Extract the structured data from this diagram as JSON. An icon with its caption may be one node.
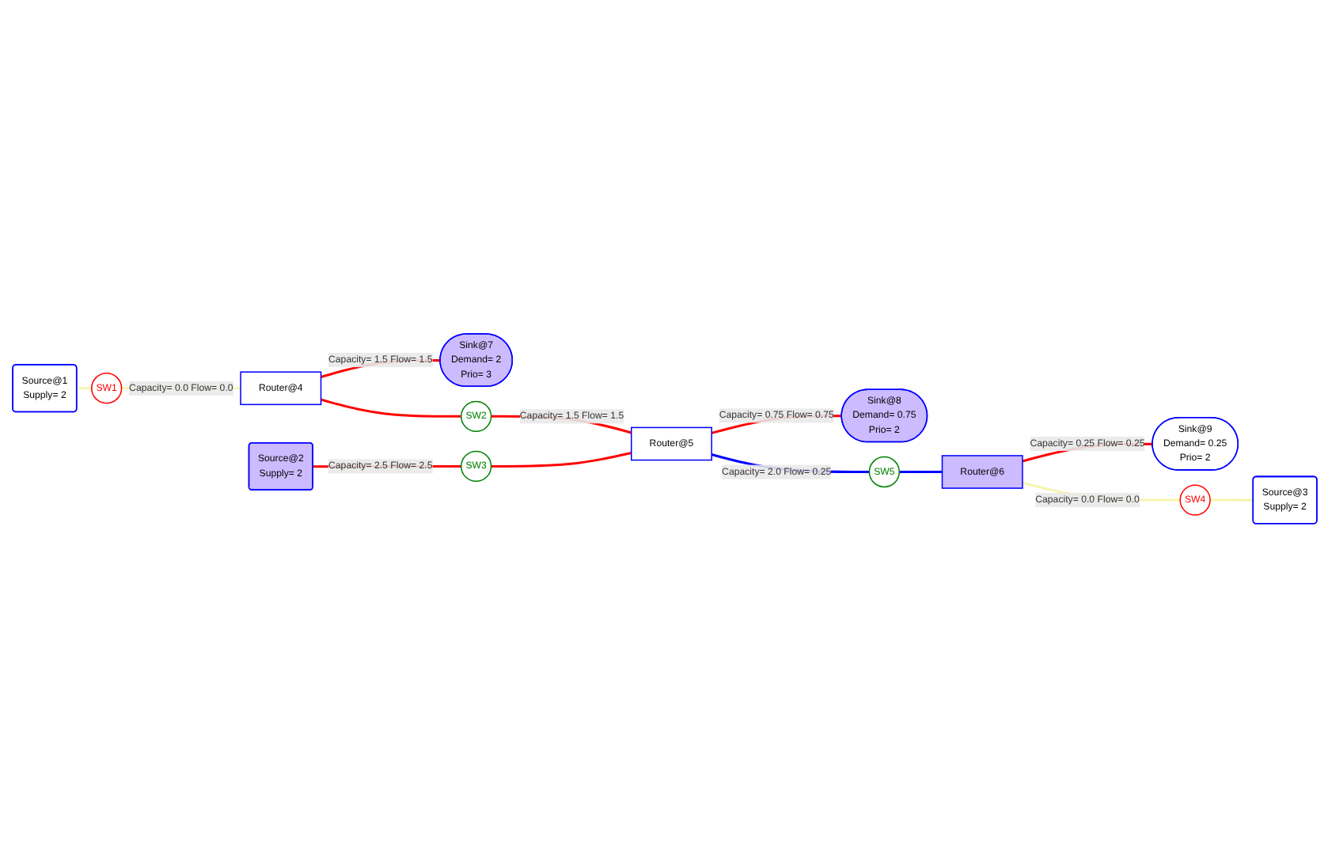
{
  "diagram": {
    "nodes": [
      {
        "text": [
          "Sink@7",
          "Demand= 2",
          "Prio= 3"
        ]
      },
      {
        "text": [
          "Source@2",
          "Supply= 2"
        ]
      },
      {
        "text": [
          "Source@1",
          "Supply= 2"
        ]
      },
      {
        "text": [
          "SW1"
        ]
      },
      {
        "text": [
          "Router@4"
        ]
      },
      {
        "text": [
          "SW2"
        ]
      },
      {
        "text": [
          "SW3"
        ]
      },
      {
        "text": [
          "Router@5"
        ]
      },
      {
        "text": [
          "Sink@8",
          "Demand= 0.75",
          "Prio= 2"
        ]
      },
      {
        "text": [
          "SW5"
        ]
      },
      {
        "text": [
          "Sink@9",
          "Demand= 0.25",
          "Prio= 2"
        ]
      },
      {
        "text": [
          "Router@6"
        ]
      },
      {
        "text": [
          "SW4"
        ]
      },
      {
        "text": [
          "Source@3",
          "Supply= 2"
        ]
      }
    ],
    "edges": [
      {
        "from": 2,
        "to": 3,
        "arrow": "none",
        "color": "#f5f5b0"
      },
      {
        "from": 3,
        "to": 4,
        "arrow": "none",
        "label": "Capacity= 0.0 Flow= 0.0",
        "color": "#f5f5b0"
      },
      {
        "from": 4,
        "to": 0,
        "arrow": "none",
        "label": "Capacity= 1.5 Flow= 1.5"
      },
      {
        "from": 4,
        "to": 5,
        "arrow": "none"
      },
      {
        "from": 5,
        "to": 7,
        "arrow": "none",
        "label": "Capacity= 1.5 Flow= 1.5"
      },
      {
        "from": 1,
        "to": 6,
        "arrow": "none",
        "label": "Capacity= 2.5 Flow= 2.5"
      },
      {
        "from": 6,
        "to": 7,
        "arrow": "none"
      },
      {
        "from": 7,
        "to": 8,
        "arrow": "none",
        "label": "Capacity= 0.75 Flow= 0.75"
      },
      {
        "from": 7,
        "to": 9,
        "arrow": "none",
        "label": "Capacity= 2.0 Flow= 0.25",
        "color": "#0000ff"
      },
      {
        "from": 9,
        "to": 11,
        "arrow": "none",
        "color": "#0000ff"
      },
      {
        "from": 11,
        "to": 10,
        "arrow": "none",
        "label": "Capacity= 0.25 Flow= 0.25"
      },
      {
        "from": 11,
        "to": 12,
        "arrow": "none",
        "label": "Capacity= 0.0 Flow= 0.0",
        "color": "#f5f5b0"
      },
      {
        "from": 12,
        "to": 13,
        "arrow": "none",
        "color": "#f5f5b0"
      }
    ]
  }
}
